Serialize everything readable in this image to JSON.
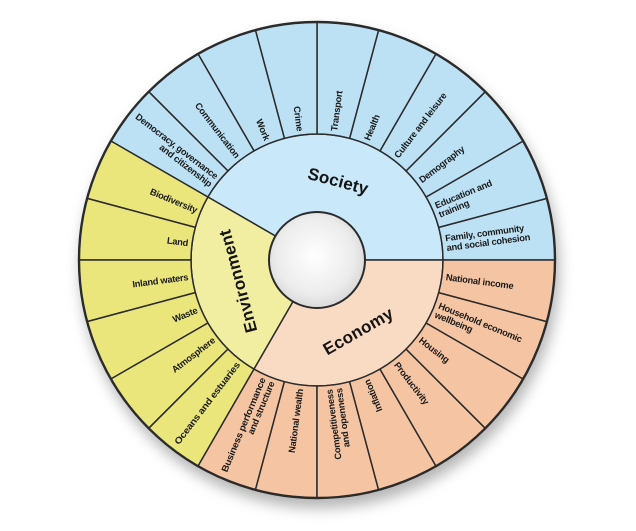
{
  "wheel": {
    "description": "Framework wheel diagram with three domains and their indicator topics",
    "stroke_color": "#2b2b2b",
    "text_color": "#1a1a1a",
    "hub": {
      "name": "center-sphere",
      "color_center": "#ffffff",
      "color_mid": "#ececec",
      "color_edge": "#c3c3c3"
    },
    "sectors": [
      {
        "label": "Society",
        "color_outer": "#bce1f5",
        "color_inner": "#c9e8f9",
        "segments": [
          {
            "lines": [
              "Family, community",
              "and social cohesion"
            ]
          },
          {
            "lines": [
              "Education and",
              "training"
            ]
          },
          {
            "lines": [
              "Demography"
            ]
          },
          {
            "lines": [
              "Culture and leisure"
            ]
          },
          {
            "lines": [
              "Health"
            ]
          },
          {
            "lines": [
              "Transport"
            ]
          },
          {
            "lines": [
              "Crime"
            ]
          },
          {
            "lines": [
              "Work"
            ]
          },
          {
            "lines": [
              "Communication"
            ]
          },
          {
            "lines": [
              "Democracy, governance",
              "and citizenship"
            ]
          }
        ]
      },
      {
        "label": "Environment",
        "color_outer": "#eae67c",
        "color_inner": "#f1eea2",
        "segments": [
          {
            "lines": [
              "Biodiversity"
            ]
          },
          {
            "lines": [
              "Land"
            ]
          },
          {
            "lines": [
              "Inland waters"
            ]
          },
          {
            "lines": [
              "Waste"
            ]
          },
          {
            "lines": [
              "Atmosphere"
            ]
          },
          {
            "lines": [
              "Oceans and estuaries"
            ]
          }
        ]
      },
      {
        "label": "Economy",
        "color_outer": "#f5c5a3",
        "color_inner": "#f9dac3",
        "segments": [
          {
            "lines": [
              "Business performance",
              "and structure"
            ]
          },
          {
            "lines": [
              "National wealth"
            ]
          },
          {
            "lines": [
              "Competitiveness",
              "and openness"
            ]
          },
          {
            "lines": [
              "Inflation"
            ]
          },
          {
            "lines": [
              "Productivity"
            ]
          },
          {
            "lines": [
              "Housing"
            ]
          },
          {
            "lines": [
              "Household economic",
              "wellbeing"
            ]
          },
          {
            "lines": [
              "National income"
            ]
          }
        ]
      }
    ]
  }
}
